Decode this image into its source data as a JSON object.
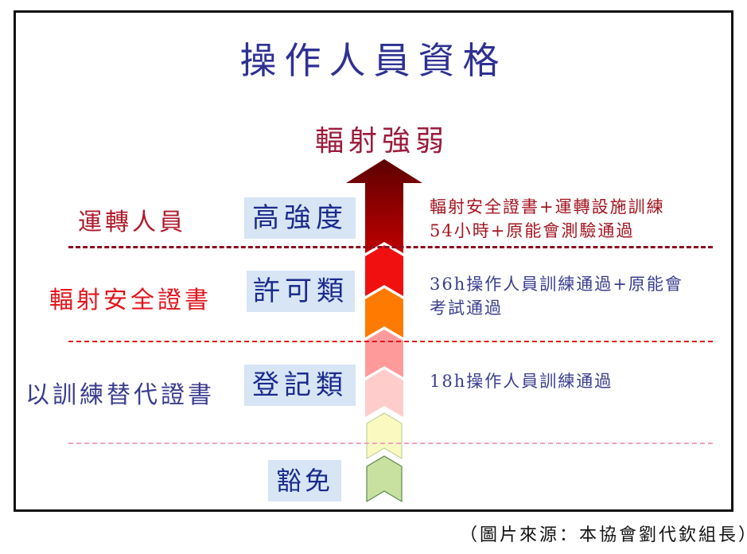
{
  "title": "操作人員資格",
  "axis_label": "輻射強弱",
  "tiers": [
    {
      "role": "運轉人員",
      "level": "高強度",
      "requirement_line1": "輻射安全證書+運轉設施訓練",
      "requirement_line2": "54小時+原能會測驗通過",
      "role_color": "#b0192b",
      "req_color": "#a3141f"
    },
    {
      "role": "輻射安全證書",
      "level": "許可類",
      "requirement_line1": "36h操作人員訓練通過+原能會",
      "requirement_line2": "考試通過",
      "role_color": "#e3141c",
      "req_color": "#3a3d8f"
    },
    {
      "role": "以訓練替代證書",
      "level": "登記類",
      "requirement_line1": "18h操作人員訓練通過",
      "requirement_line2": "",
      "role_color": "#3a3d8f",
      "req_color": "#3a3d8f"
    },
    {
      "role": "",
      "level": "豁免",
      "requirement_line1": "",
      "requirement_line2": ""
    }
  ],
  "dividers": [
    {
      "color": "#8b0f1f"
    },
    {
      "color": "#e3141c"
    },
    {
      "color": "#f2a0c0"
    }
  ],
  "arrow_segments": [
    {
      "name": "high",
      "color": "#8b0000"
    },
    {
      "name": "red",
      "color": "#f01010"
    },
    {
      "name": "orange",
      "color": "#ff7a00"
    },
    {
      "name": "pink-dark",
      "color": "#ff9a9a"
    },
    {
      "name": "pink-light",
      "color": "#ffcccc"
    },
    {
      "name": "yellow",
      "color": "#fafac0"
    },
    {
      "name": "green",
      "color": "#c8e0a0"
    }
  ],
  "source": "（圖片來源：本協會劉代欽組長）"
}
